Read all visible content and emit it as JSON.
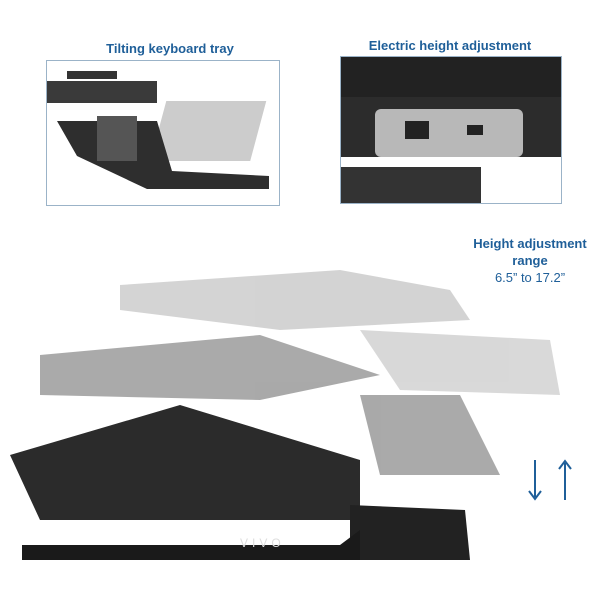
{
  "captions": {
    "tray": "Tilting keyboard tray",
    "electric": "Electric height adjustment",
    "range_title": "Height adjustment range",
    "range_value": "6.5” to 17.2”"
  },
  "brand": "VIVO",
  "colors": {
    "accent": "#1f5f99",
    "desk": "#2b2b2b"
  }
}
